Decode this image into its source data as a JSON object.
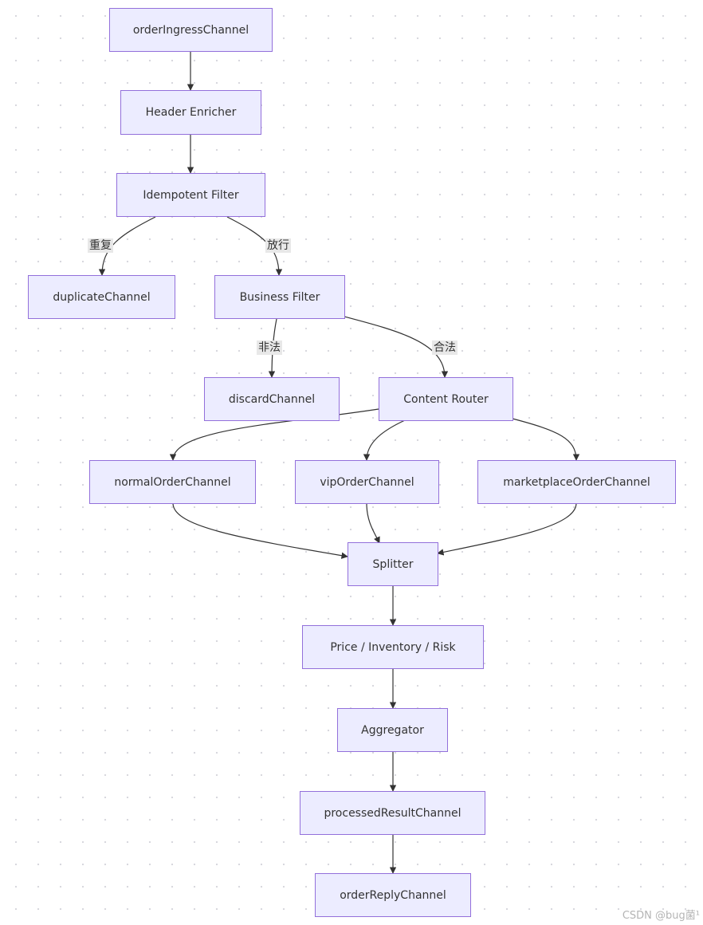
{
  "diagram": {
    "nodes": {
      "orderIngressChannel": "orderIngressChannel",
      "headerEnricher": "Header Enricher",
      "idempotentFilter": "Idempotent Filter",
      "duplicateChannel": "duplicateChannel",
      "businessFilter": "Business Filter",
      "discardChannel": "discardChannel",
      "contentRouter": "Content Router",
      "normalOrderChannel": "normalOrderChannel",
      "vipOrderChannel": "vipOrderChannel",
      "marketplaceOrderChannel": "marketplaceOrderChannel",
      "splitter": "Splitter",
      "priceInventoryRisk": "Price / Inventory / Risk",
      "aggregator": "Aggregator",
      "processedResultChannel": "processedResultChannel",
      "orderReplyChannel": "orderReplyChannel"
    },
    "edge_labels": {
      "duplicate": "重复",
      "pass": "放行",
      "illegal": "非法",
      "legal": "合法"
    },
    "edges": [
      {
        "from": "orderIngressChannel",
        "to": "headerEnricher"
      },
      {
        "from": "headerEnricher",
        "to": "idempotentFilter"
      },
      {
        "from": "idempotentFilter",
        "to": "duplicateChannel",
        "label": "重复"
      },
      {
        "from": "idempotentFilter",
        "to": "businessFilter",
        "label": "放行"
      },
      {
        "from": "businessFilter",
        "to": "discardChannel",
        "label": "非法"
      },
      {
        "from": "businessFilter",
        "to": "contentRouter",
        "label": "合法"
      },
      {
        "from": "contentRouter",
        "to": "normalOrderChannel"
      },
      {
        "from": "contentRouter",
        "to": "vipOrderChannel"
      },
      {
        "from": "contentRouter",
        "to": "marketplaceOrderChannel"
      },
      {
        "from": "normalOrderChannel",
        "to": "splitter"
      },
      {
        "from": "vipOrderChannel",
        "to": "splitter"
      },
      {
        "from": "marketplaceOrderChannel",
        "to": "splitter"
      },
      {
        "from": "splitter",
        "to": "priceInventoryRisk"
      },
      {
        "from": "priceInventoryRisk",
        "to": "aggregator"
      },
      {
        "from": "aggregator",
        "to": "processedResultChannel"
      },
      {
        "from": "processedResultChannel",
        "to": "orderReplyChannel"
      }
    ]
  },
  "watermark": "CSDN @bug菌¹",
  "colors": {
    "node_fill": "#ececff",
    "node_border": "#9370db",
    "edge": "#333333",
    "label_bg": "#e8e8e8"
  }
}
